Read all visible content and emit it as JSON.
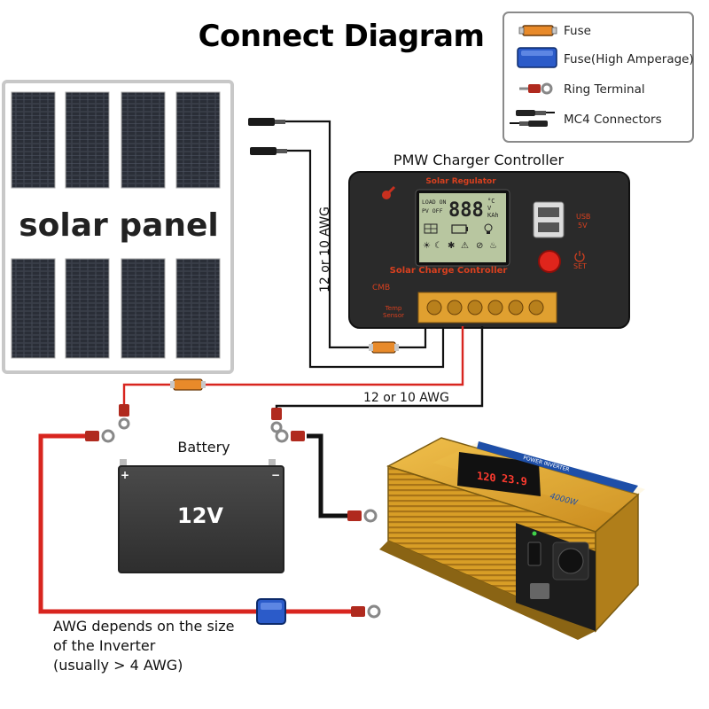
{
  "title": "Connect Diagram",
  "legend": {
    "items": [
      {
        "icon": "fuse-icon",
        "label": "Fuse"
      },
      {
        "icon": "high-amperage-fuse-icon",
        "label": "Fuse(High Amperage)"
      },
      {
        "icon": "ring-terminal-icon",
        "label": "Ring Terminal"
      },
      {
        "icon": "mc4-connectors-icon",
        "label": "MC4 Connectors"
      }
    ]
  },
  "solar_panel": {
    "label": "solar panel"
  },
  "controller": {
    "caption": "PMW Charger Controller",
    "brand": "Solar Regulator",
    "model": "Solar Charge Controller",
    "cmb": "CMB",
    "usb": "USB\n5V",
    "usb_line1": "USB",
    "usb_line2": "5V",
    "set": "SET",
    "temp_line1": "Temp",
    "temp_line2": "Sensor",
    "lcd_load": "LOAD ON",
    "lcd_pv": "PV OFF",
    "lcd_digits": "888",
    "lcd_unit1": "°C",
    "lcd_unit2": "V",
    "lcd_unit3": "KAh"
  },
  "wires": {
    "panel_awg": "12 or 10 AWG",
    "battery_awg": "12 or 10 AWG"
  },
  "battery": {
    "caption": "Battery",
    "voltage": "12V",
    "plus": "+",
    "minus": "−"
  },
  "inverter": {
    "brand_strip": "POWER INVERTER",
    "display1": "120",
    "display2": "23.9",
    "power": "4000W"
  },
  "note": {
    "line1": "AWG depends on the size",
    "line2": "of the Inverter",
    "line3": "(usually  > 4 AWG)"
  },
  "colors": {
    "positive_wire": "#d8251f",
    "negative_wire": "#111111",
    "fuse": "#e88a2a",
    "fuse_high": "#2b5bc9",
    "controller_body": "#2a2a2a",
    "inverter_body": "#e1a62a"
  }
}
